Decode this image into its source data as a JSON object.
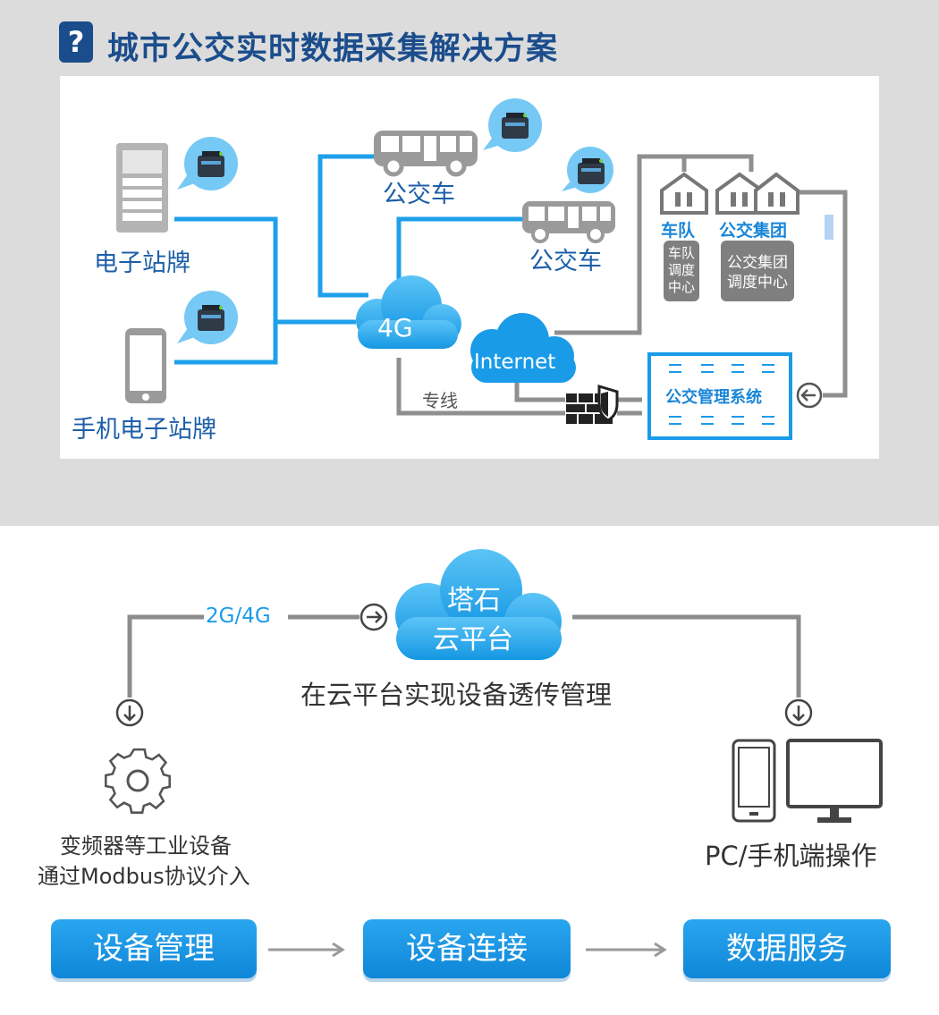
{
  "header": {
    "icon_glyph": "?",
    "title": "城市公交实时数据采集解决方案"
  },
  "top_diagram": {
    "e_station": "电子站牌",
    "phone_station": "手机电子站牌",
    "bus_1": "公交车",
    "bus_2": "公交车",
    "net_4g": "4G",
    "internet": "Internet",
    "leased_line": "专线",
    "fleet": "车队",
    "fleet_center": "车队调度中心",
    "group": "公交集团",
    "group_center": "公交集团调度中心",
    "mgmt_system": "公交管理系统"
  },
  "bottom_diagram": {
    "network": "2G/4G",
    "cloud_line1": "塔石",
    "cloud_line2": "云平台",
    "cloud_caption": "在云平台实现设备透传管理",
    "device_line1": "变频器等工业设备",
    "device_line2": "通过Modbus协议介入",
    "client_label": "PC/手机端操作"
  },
  "steps": [
    "设备管理",
    "设备连接",
    "数据服务"
  ],
  "colors": {
    "brand_dark": "#1b4d8c",
    "accent": "#1a9be8",
    "line_gray": "#8c8c8c"
  }
}
